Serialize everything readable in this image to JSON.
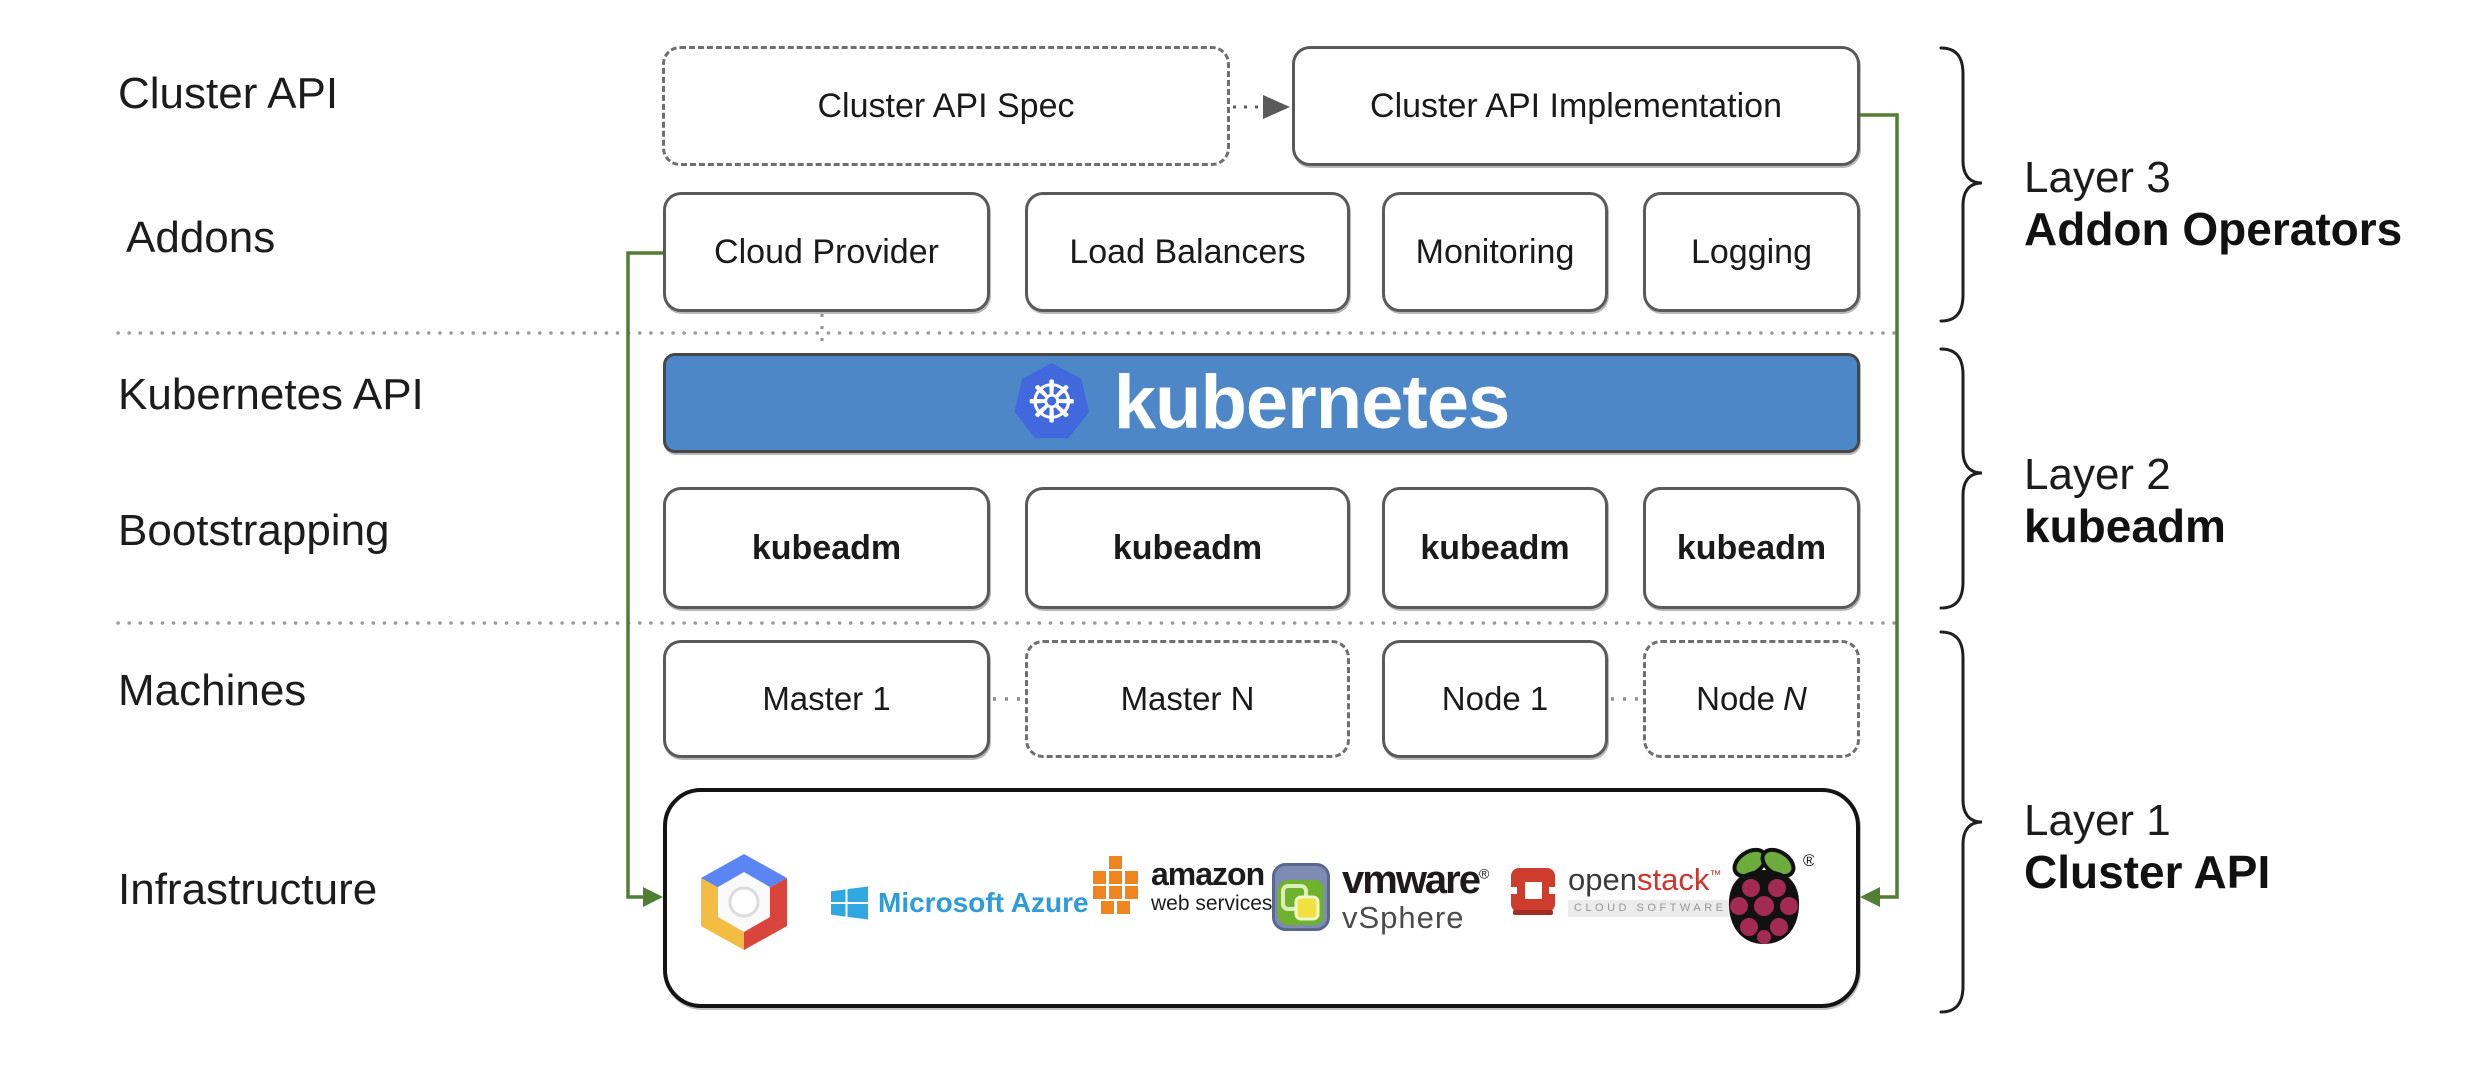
{
  "title": "Cluster API layered architecture diagram",
  "row_labels": [
    {
      "label": "Cluster API"
    },
    {
      "label": "Addons"
    },
    {
      "label": "Kubernetes API"
    },
    {
      "label": "Bootstrapping"
    },
    {
      "label": "Machines"
    },
    {
      "label": "Infrastructure"
    }
  ],
  "cluster_api_row": {
    "spec_label": "Cluster API Spec",
    "implementation_label": "Cluster API Implementation"
  },
  "addons_row": [
    "Cloud Provider",
    "Load Balancers",
    "Monitoring",
    "Logging"
  ],
  "kubernetes_banner": {
    "wordmark": "kubernetes",
    "icon": "kubernetes-helm-icon",
    "helm_glyph": "☸"
  },
  "bootstrapping_row": [
    "kubeadm",
    "kubeadm",
    "kubeadm",
    "kubeadm"
  ],
  "machines_row": {
    "master1": "Master 1",
    "masterN": "Master N",
    "node1": "Node 1",
    "nodeN_prefix": "Node",
    "nodeN_suffix": "N"
  },
  "infrastructure_providers": {
    "gcp": {
      "icon": "google-cloud-platform-icon"
    },
    "azure": {
      "icon": "microsoft-azure-icon",
      "text": "Microsoft Azure"
    },
    "aws": {
      "icon": "aws-cubes-icon",
      "line1": "amazon",
      "line2": "web services"
    },
    "vmware": {
      "icon": "vmware-vsphere-icon",
      "line1": "vmware",
      "reg": "®",
      "line2": "vSphere"
    },
    "openstack": {
      "icon": "openstack-icon",
      "part1": "open",
      "part2": "stack",
      "tm": "™",
      "sub": "CLOUD SOFTWARE"
    },
    "raspberry_pi": {
      "icon": "raspberry-pi-icon",
      "reg": "®"
    }
  },
  "layer_annotations": [
    {
      "line1": "Layer 3",
      "line2": "Addon Operators"
    },
    {
      "line1": "Layer 2",
      "line2": "kubeadm"
    },
    {
      "line1": "Layer 1",
      "line2": "Cluster API"
    }
  ],
  "colors": {
    "banner_blue": "#4e87c7",
    "k8s_logo_blue": "#4168dd",
    "arrow_green": "#507e32",
    "box_border_gray": "#5a5a5a",
    "separator_gray": "#9b9b9b",
    "azure_blue": "#2f9bd9",
    "aws_orange": "#f0861b",
    "vmware_slate": "#7e8cb3",
    "vmware_green": "#6fb32c",
    "openstack_red": "#d0342b",
    "gcp_blue": "#5b85f2",
    "gcp_red": "#d9453c",
    "gcp_yellow": "#f2bd42",
    "raspberry_crimson": "#a32a52",
    "leaf_green": "#6cac3d"
  }
}
